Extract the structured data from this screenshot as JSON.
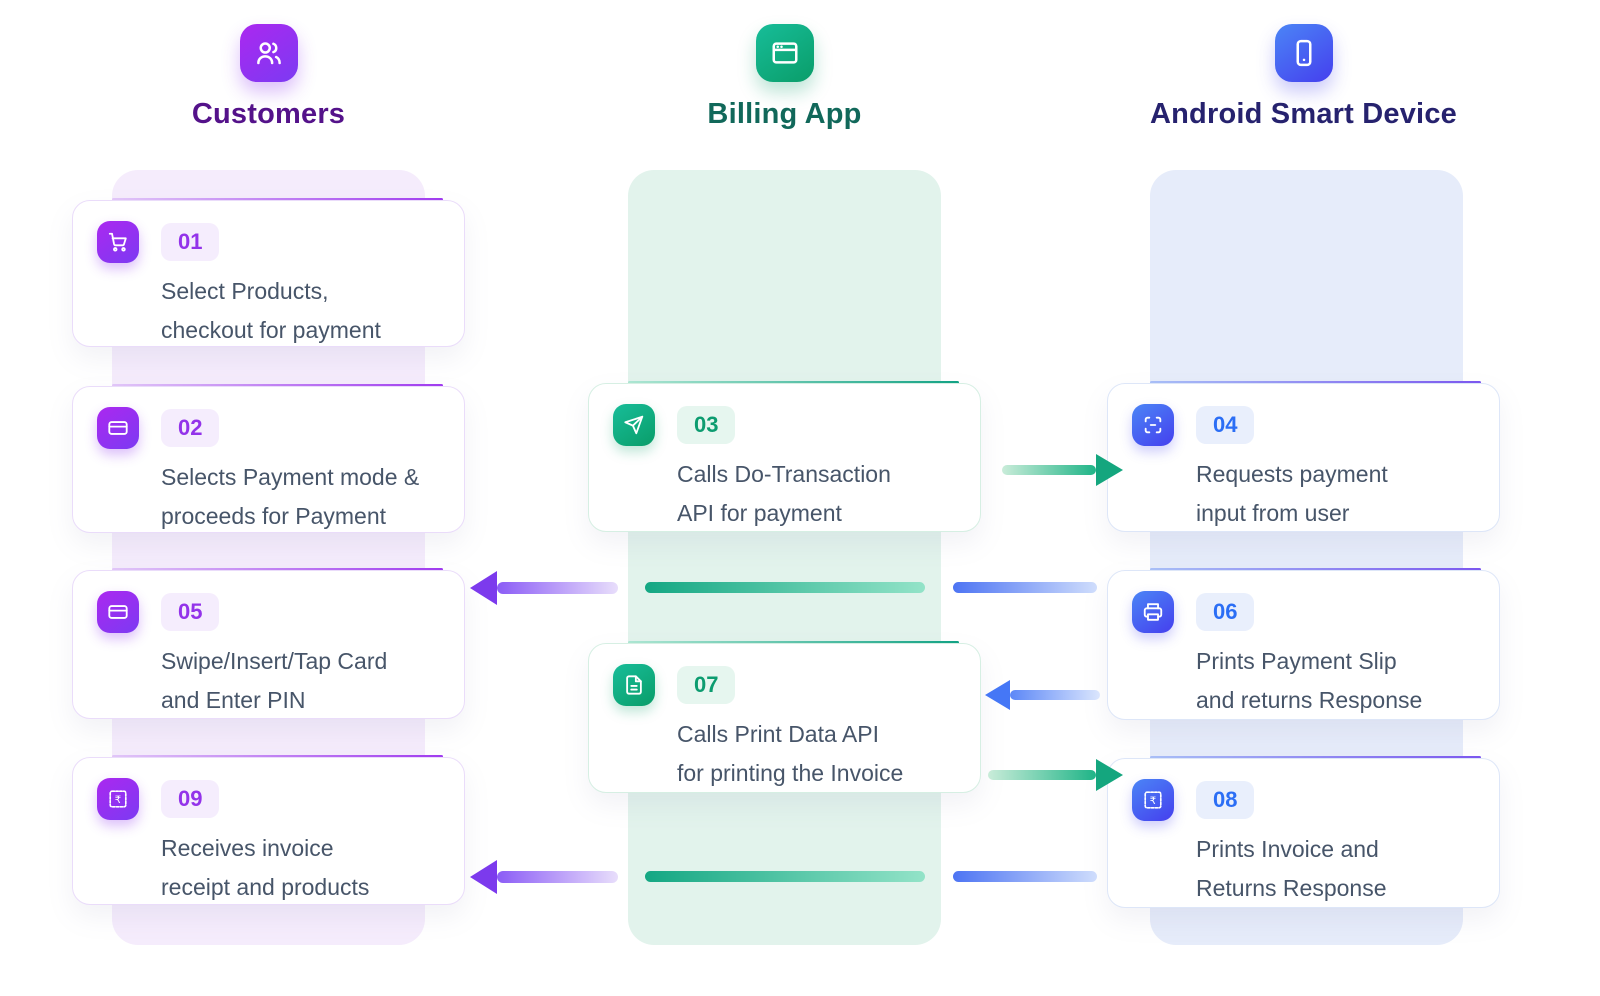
{
  "columns": {
    "customers": {
      "label": "Customers",
      "icon": "users-icon",
      "accent": "#9333ea",
      "title_color": "#54128a",
      "track_color": "#f5ecfc"
    },
    "billing": {
      "label": "Billing App",
      "icon": "browser-window-icon",
      "accent": "#0d9c70",
      "title_color": "#11685a",
      "track_color": "#e2f3ec"
    },
    "android": {
      "label": "Android Smart Device",
      "icon": "smartphone-icon",
      "accent": "#2b6ef5",
      "title_color": "#26226e",
      "track_color": "#e6ecfa"
    }
  },
  "cards": {
    "c01": {
      "column": "customers",
      "number": "01",
      "icon": "shopping-cart-icon",
      "line1": "Select Products,",
      "line2": "checkout for payment"
    },
    "c02": {
      "column": "customers",
      "number": "02",
      "icon": "credit-card-icon",
      "line1": "Selects Payment mode &",
      "line2": "proceeds for Payment"
    },
    "c05": {
      "column": "customers",
      "number": "05",
      "icon": "credit-card-icon",
      "line1": "Swipe/Insert/Tap Card",
      "line2": "and Enter PIN"
    },
    "c09": {
      "column": "customers",
      "number": "09",
      "icon": "receipt-rupee-icon",
      "line1": "Receives invoice",
      "line2": "receipt and products"
    },
    "c03": {
      "column": "billing",
      "number": "03",
      "icon": "send-icon",
      "line1": "Calls Do-Transaction",
      "line2": "API for payment"
    },
    "c07": {
      "column": "billing",
      "number": "07",
      "icon": "file-text-icon",
      "line1": "Calls Print Data API",
      "line2": "for printing the Invoice"
    },
    "c04": {
      "column": "android",
      "number": "04",
      "icon": "scan-icon",
      "line1": "Requests payment",
      "line2": "input from user"
    },
    "c06": {
      "column": "android",
      "number": "06",
      "icon": "printer-icon",
      "line1": "Prints Payment Slip",
      "line2": "and returns Response"
    },
    "c08": {
      "column": "android",
      "number": "08",
      "icon": "receipt-rupee-icon",
      "line1": "Prints Invoice and",
      "line2": "Returns Response"
    }
  },
  "flows": [
    {
      "id": "flow-03-to-04",
      "from": "Billing App",
      "to": "Android Smart Device",
      "color": "green",
      "direction": "right"
    },
    {
      "id": "flow-04-to-05",
      "from": "Android Smart Device",
      "to": "Customers",
      "color": "blue-green-purple",
      "direction": "left"
    },
    {
      "id": "flow-06-to-07",
      "from": "Android Smart Device",
      "to": "Billing App",
      "color": "blue",
      "direction": "left"
    },
    {
      "id": "flow-07-to-08",
      "from": "Billing App",
      "to": "Android Smart Device",
      "color": "green",
      "direction": "right"
    },
    {
      "id": "flow-08-to-09",
      "from": "Android Smart Device",
      "to": "Customers",
      "color": "blue-green-purple",
      "direction": "left"
    }
  ]
}
